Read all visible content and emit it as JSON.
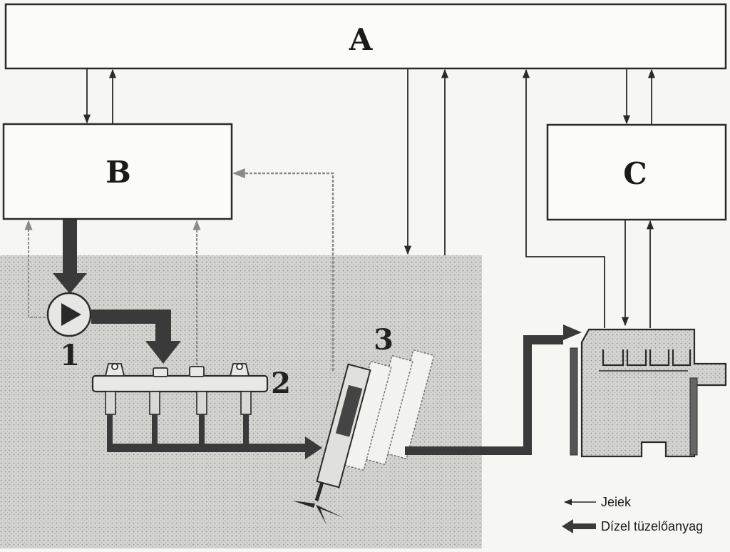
{
  "boxes": {
    "a": "A",
    "b": "B",
    "c": "C"
  },
  "components": {
    "pump": "1",
    "rail": "2",
    "injector": "3"
  },
  "legend": {
    "signals": "Jeiek",
    "fuel": "Dízel tüzelőanyag"
  },
  "colors": {
    "line": "#2a2a2a",
    "fuel_arrow": "#3a3a3a",
    "shade": "#cfcfcb",
    "box_fill": "#fbfbf8"
  }
}
